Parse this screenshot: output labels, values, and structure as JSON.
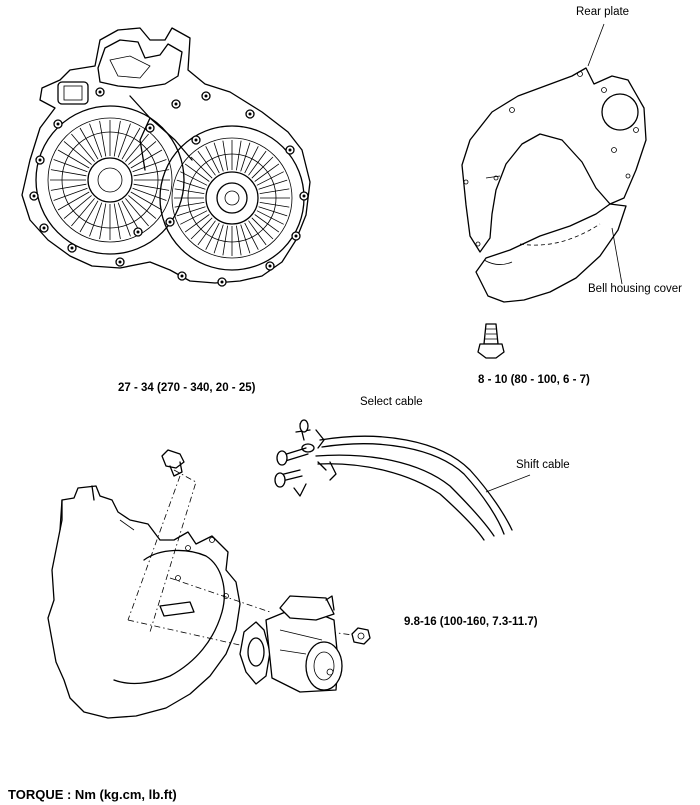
{
  "labels": {
    "rear_plate": "Rear plate",
    "bell_housing_cover": "Bell housing cover",
    "torque_bolt_small": "8 - 10 (80 - 100, 6 - 7)",
    "torque_main": "27 - 34 (270 - 340, 20 - 25)",
    "select_cable": "Select cable",
    "shift_cable": "Shift cable",
    "torque_starter": "9.8-16 (100-160, 7.3-11.7)"
  },
  "footer": {
    "torque_units": "TORQUE : Nm (kg.cm, lb.ft)"
  }
}
